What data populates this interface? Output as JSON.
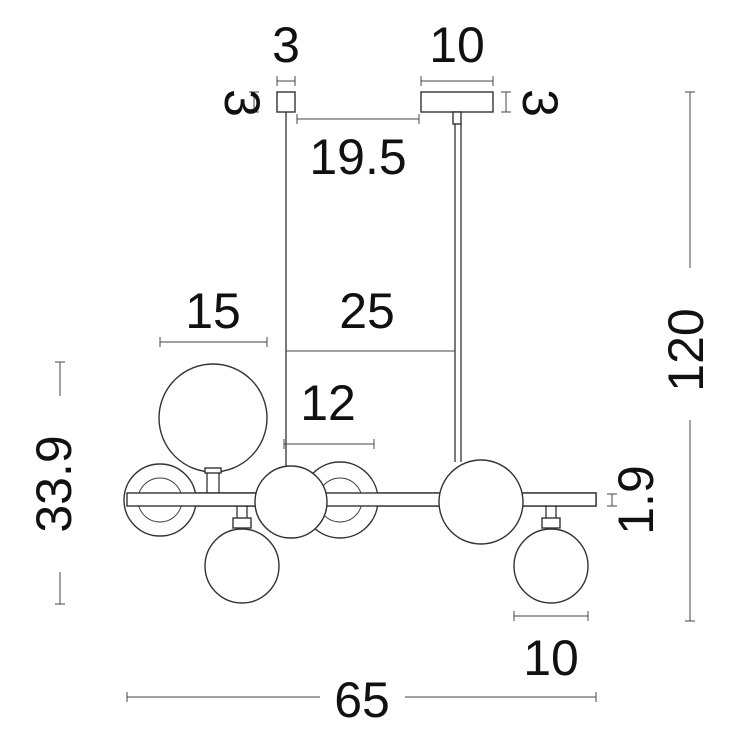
{
  "dimensions": {
    "canopy_small_width": "3",
    "canopy_small_height": "3",
    "canopy_large_width": "10",
    "canopy_large_height": "3",
    "canopy_spacing": "19.5",
    "globe_large_diameter": "15",
    "suspension_spacing": "25",
    "center_offset": "12",
    "total_height": "120",
    "body_height": "33.9",
    "bar_thickness": "1.9",
    "globe_small_diameter": "10",
    "total_width": "65"
  },
  "colors": {
    "line": "#222222",
    "text": "#111111",
    "background": "#ffffff"
  }
}
